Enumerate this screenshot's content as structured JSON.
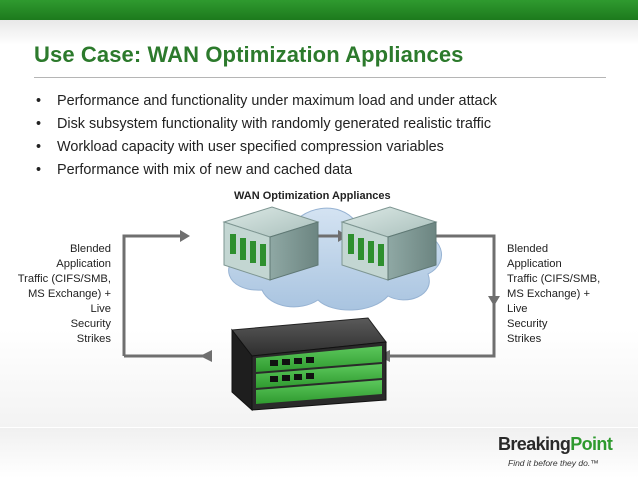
{
  "slide": {
    "title": "Use Case: WAN Optimization Appliances",
    "bullets": [
      "Performance and functionality under maximum load and under attack",
      "Disk subsystem functionality with randomly generated realistic traffic",
      "Workload capacity with user specified compression variables",
      "Performance with mix of new and cached data"
    ],
    "bullet_symbol": "•"
  },
  "diagram": {
    "title": "WAN Optimization Appliances",
    "left_label_lines": [
      "Blended",
      "Application",
      "Traffic (CIFS/SMB,",
      "MS Exchange) +",
      "Live",
      "Security",
      "Strikes"
    ],
    "right_label_lines": [
      "Blended",
      "Application",
      "Traffic (CIFS/SMB,",
      "MS Exchange) +",
      "Live",
      "Security",
      "Strikes"
    ],
    "colors": {
      "accent_green": "#2c7a2c",
      "arrow": "#6f6f6f",
      "cloud": "#bcd3ea",
      "appliance_body": "#b9cfcb",
      "chassis_green": "#3db33d"
    },
    "icons": [
      "wan-appliance-icon",
      "wan-appliance-icon",
      "cloud-icon",
      "test-chassis-icon"
    ]
  },
  "logo": {
    "name_part_1": "Breaking",
    "name_part_2": "Point",
    "tagline": "Find it before they do.™"
  }
}
